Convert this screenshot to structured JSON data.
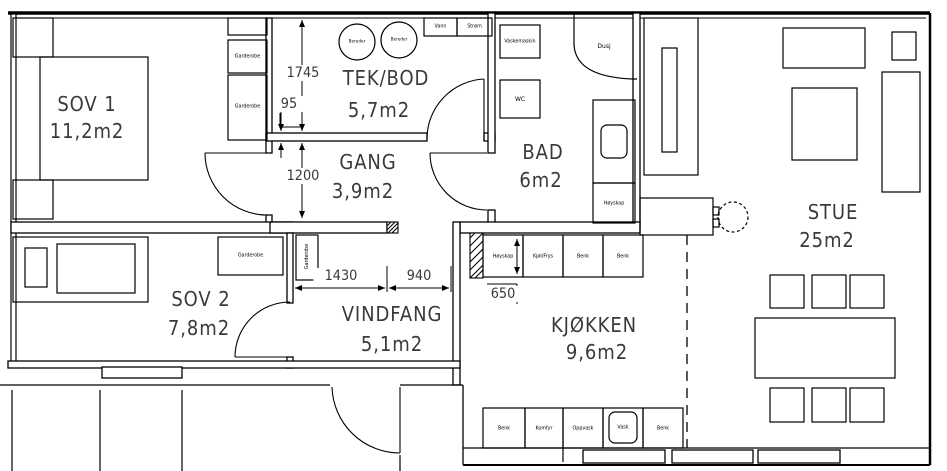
{
  "rooms": [
    {
      "name": "SOV 1",
      "area": "11,2m2"
    },
    {
      "name": "SOV 2",
      "area": "7,8m2"
    },
    {
      "name": "TEK/BOD",
      "area": "5,7m2"
    },
    {
      "name": "GANG",
      "area": "3,9m2"
    },
    {
      "name": "VINDFANG",
      "area": "5,1m2"
    },
    {
      "name": "BAD",
      "area": "6m2"
    },
    {
      "name": "KJØKKEN",
      "area": "9,6m2"
    },
    {
      "name": "STUE",
      "area": "25m2"
    }
  ],
  "dimensions_mm": {
    "d1745": "1745",
    "d95": "95",
    "d1200": "1200",
    "d1430": "1430",
    "d940": "940",
    "d650": "650"
  },
  "fixtures": {
    "wardrobe": "Garderobe",
    "water_heater": "Bereder",
    "water": "Vann",
    "power": "Strøm",
    "washing_machine": "Vaskemaskin",
    "wc": "WC",
    "shower": "Dusj",
    "tall_cabinet": "Høyskap",
    "fridge_freezer": "Kjøl/Frys",
    "counter": "Benk",
    "stove": "Komfyr",
    "dishwasher": "Oppvask",
    "sink": "Vask"
  },
  "colors": {
    "line": "#000000",
    "label_text": "#3a3a3a",
    "background": "#ffffff"
  }
}
